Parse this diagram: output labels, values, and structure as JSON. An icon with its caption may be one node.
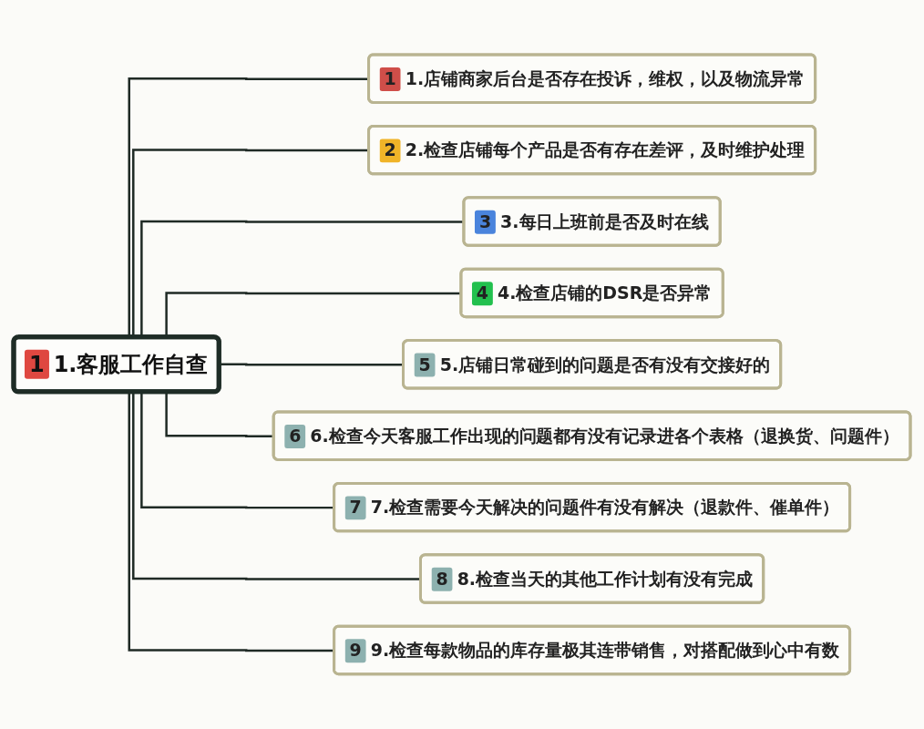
{
  "diagram": {
    "nodes": [
      {
        "text": [
          "1",
          "1.客服工作自查"
        ]
      },
      {
        "text": [
          "1",
          "1.店铺商家后台是否存在投诉，维权，以及物流异常"
        ]
      },
      {
        "text": [
          "2",
          "2.检查店铺每个产品是否有存在差评，及时维护处理"
        ]
      },
      {
        "text": [
          "3",
          "3.每日上班前是否及时在线"
        ]
      },
      {
        "text": [
          "4",
          "4.检查店铺的DSR是否异常"
        ]
      },
      {
        "text": [
          "5",
          "5.店铺日常碰到的问题是否有没有交接好的"
        ]
      },
      {
        "text": [
          "6",
          "6.检查今天客服工作出现的问题都有没有记录进各个表格（退换货、问题件）"
        ]
      },
      {
        "text": [
          "7",
          "7.检查需要今天解决的问题件有没有解决（退款件、催单件）"
        ]
      },
      {
        "text": [
          "8",
          "8.检查当天的其他工作计划有没有完成"
        ]
      },
      {
        "text": [
          "9",
          "9.检查每款物品的库存量极其连带销售，对搭配做到心中有数"
        ]
      }
    ],
    "edges": [
      {
        "from": 0,
        "to": 1,
        "arrow": "none"
      },
      {
        "from": 0,
        "to": 2,
        "arrow": "none"
      },
      {
        "from": 0,
        "to": 3,
        "arrow": "none"
      },
      {
        "from": 0,
        "to": 4,
        "arrow": "none"
      },
      {
        "from": 0,
        "to": 5,
        "arrow": "none"
      },
      {
        "from": 0,
        "to": 6,
        "arrow": "none"
      },
      {
        "from": 0,
        "to": 7,
        "arrow": "none"
      },
      {
        "from": 0,
        "to": 8,
        "arrow": "none"
      },
      {
        "from": 0,
        "to": 9,
        "arrow": "none"
      }
    ]
  }
}
